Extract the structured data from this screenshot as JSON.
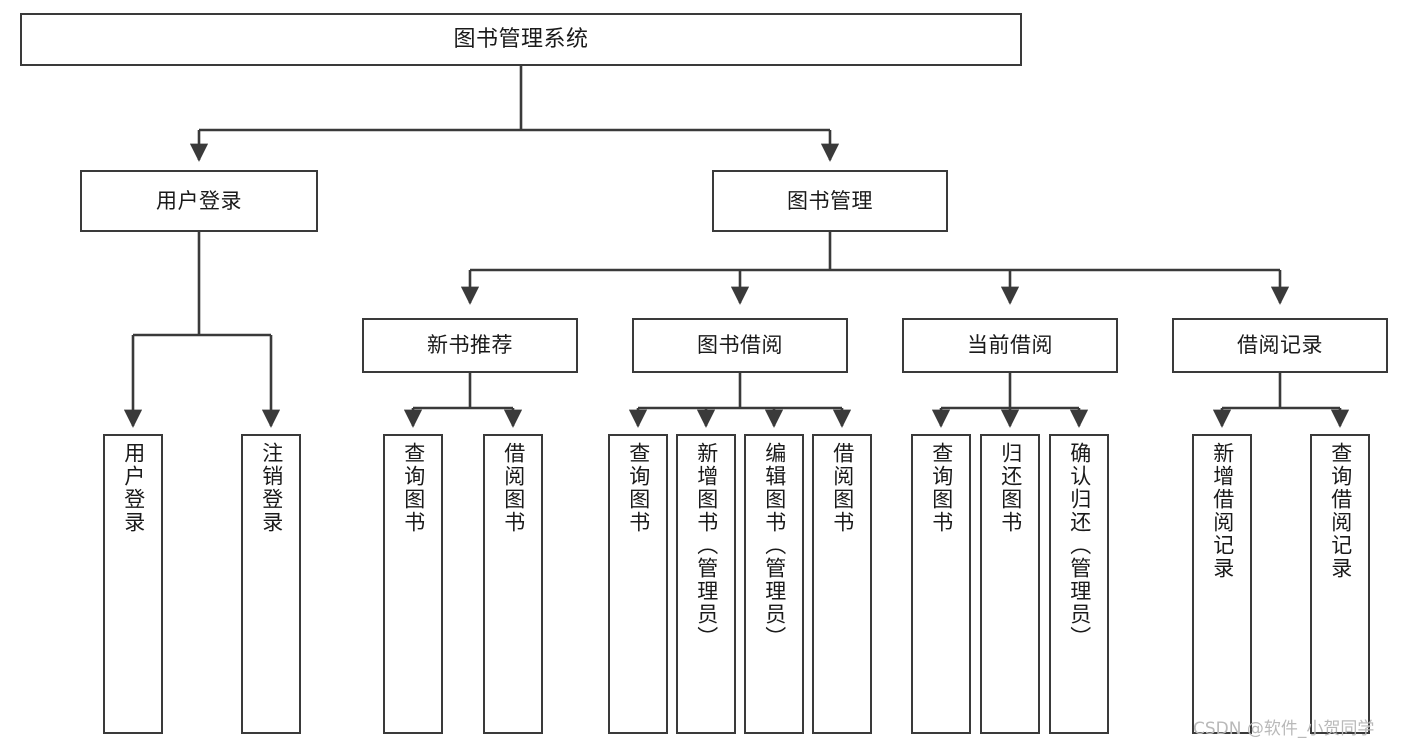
{
  "diagram": {
    "title": "图书管理系统",
    "type": "tree-hierarchy",
    "root": {
      "id": "root",
      "label": "图书管理系统"
    },
    "level2": [
      {
        "id": "user-login",
        "label": "用户登录"
      },
      {
        "id": "book-manage",
        "label": "图书管理"
      }
    ],
    "level3": [
      {
        "id": "new-book-recommend",
        "label": "新书推荐",
        "parent": "book-manage"
      },
      {
        "id": "book-borrow",
        "label": "图书借阅",
        "parent": "book-manage"
      },
      {
        "id": "current-borrow",
        "label": "当前借阅",
        "parent": "book-manage"
      },
      {
        "id": "borrow-record",
        "label": "借阅记录",
        "parent": "book-manage"
      }
    ],
    "leaves": [
      {
        "id": "leaf-user-login",
        "label": "用户登录",
        "parent": "user-login"
      },
      {
        "id": "leaf-logout",
        "label": "注销登录",
        "parent": "user-login"
      },
      {
        "id": "leaf-query-book-1",
        "label": "查询图书",
        "parent": "new-book-recommend"
      },
      {
        "id": "leaf-borrow-book-1",
        "label": "借阅图书",
        "parent": "new-book-recommend"
      },
      {
        "id": "leaf-query-book-2",
        "label": "查询图书",
        "parent": "book-borrow"
      },
      {
        "id": "leaf-add-book",
        "label": "新增图书（管理员）",
        "parent": "book-borrow"
      },
      {
        "id": "leaf-edit-book",
        "label": "编辑图书（管理员）",
        "parent": "book-borrow"
      },
      {
        "id": "leaf-borrow-book-2",
        "label": "借阅图书",
        "parent": "book-borrow"
      },
      {
        "id": "leaf-query-book-3",
        "label": "查询图书",
        "parent": "current-borrow"
      },
      {
        "id": "leaf-return-book",
        "label": "归还图书",
        "parent": "current-borrow"
      },
      {
        "id": "leaf-confirm-return",
        "label": "确认归还（管理员）",
        "parent": "current-borrow"
      },
      {
        "id": "leaf-add-record",
        "label": "新增借阅记录",
        "parent": "borrow-record"
      },
      {
        "id": "leaf-query-record",
        "label": "查询借阅记录",
        "parent": "borrow-record"
      }
    ]
  },
  "watermark": {
    "text": "CSDN @软件_小贺同学"
  },
  "colors": {
    "stroke": "#3a3a3a",
    "background": "#ffffff",
    "text": "#1a1a1a",
    "watermark": "#b9b9b9"
  }
}
